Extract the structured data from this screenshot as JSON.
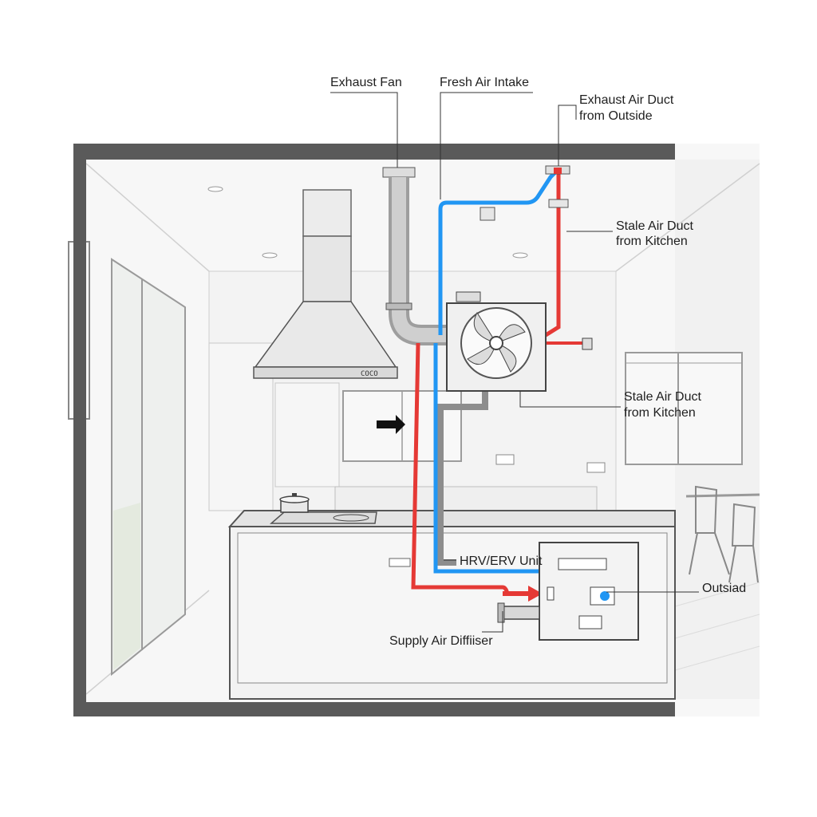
{
  "labels": {
    "exhaust_fan": "Exhaust Fan",
    "fresh_air_intake": "Fresh Air Intake",
    "exhaust_air_duct_line1": "Exhaust Air Duct",
    "exhaust_air_duct_line2": "from Outside",
    "stale_air_duct_top_line1": "Stale Air Duct",
    "stale_air_duct_top_line2": "from Kitchen",
    "stale_air_duct_mid_line1": "Stale Air Duct",
    "stale_air_duct_mid_line2": "from Kitchen",
    "hrv_erv_unit": "HRV/ERV Unit",
    "outsiad": "Outsiad",
    "supply_air_diffuser": "Supply Air Diffiiser",
    "hood_badge": "COCO"
  },
  "colors": {
    "fresh_air_duct": "#2196f3",
    "stale_air_duct": "#e53935",
    "exhaust_duct_metal": "#b9b9b9",
    "wall_outline": "#555555",
    "leader_line": "#333333"
  }
}
